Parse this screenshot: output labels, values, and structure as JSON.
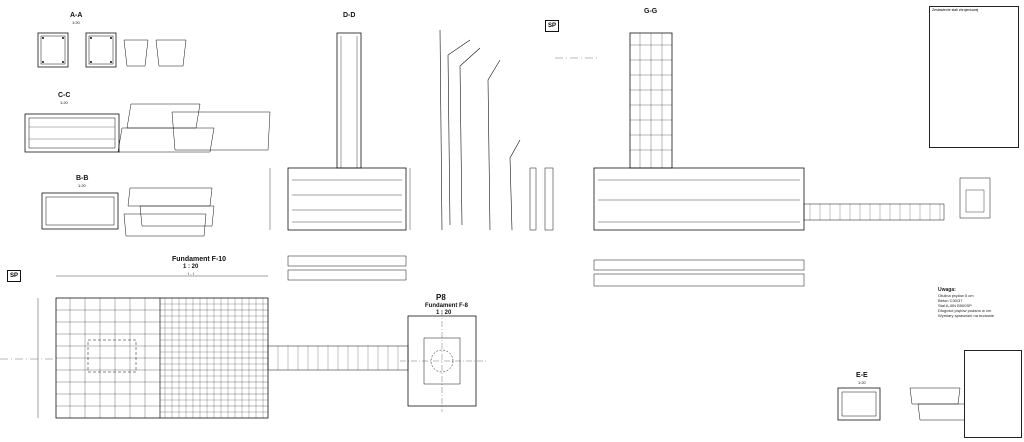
{
  "sections": {
    "aa": {
      "name": "A-A",
      "scale": "1:20"
    },
    "cc": {
      "name": "C-C",
      "scale": "1:20"
    },
    "bb": {
      "name": "B-B",
      "scale": "1:20"
    },
    "dd": {
      "name": "D-D"
    },
    "gg": {
      "name": "G-G"
    },
    "ee": {
      "name": "E-E",
      "scale": "1:20"
    }
  },
  "markers": {
    "sp_top": "SP",
    "sp_left": "SP"
  },
  "foundations": {
    "f10": {
      "title": "Fundament F-10",
      "scale": "1 : 20",
      "subtitle": "I - I"
    },
    "f8": {
      "tag": "P8",
      "title": "Fundament F-8",
      "scale": "1 : 20"
    }
  },
  "schedule": {
    "title": "Zestawienie stali zbrojeniowej"
  },
  "notes": {
    "heading": "Uwaga:",
    "lines": [
      "Otulina prętów 5 cm",
      "Beton C30/37",
      "Stal A-IIIN B500SP",
      "Długości prętów podano w cm",
      "Wymiary sprawdzić na budowie"
    ]
  }
}
